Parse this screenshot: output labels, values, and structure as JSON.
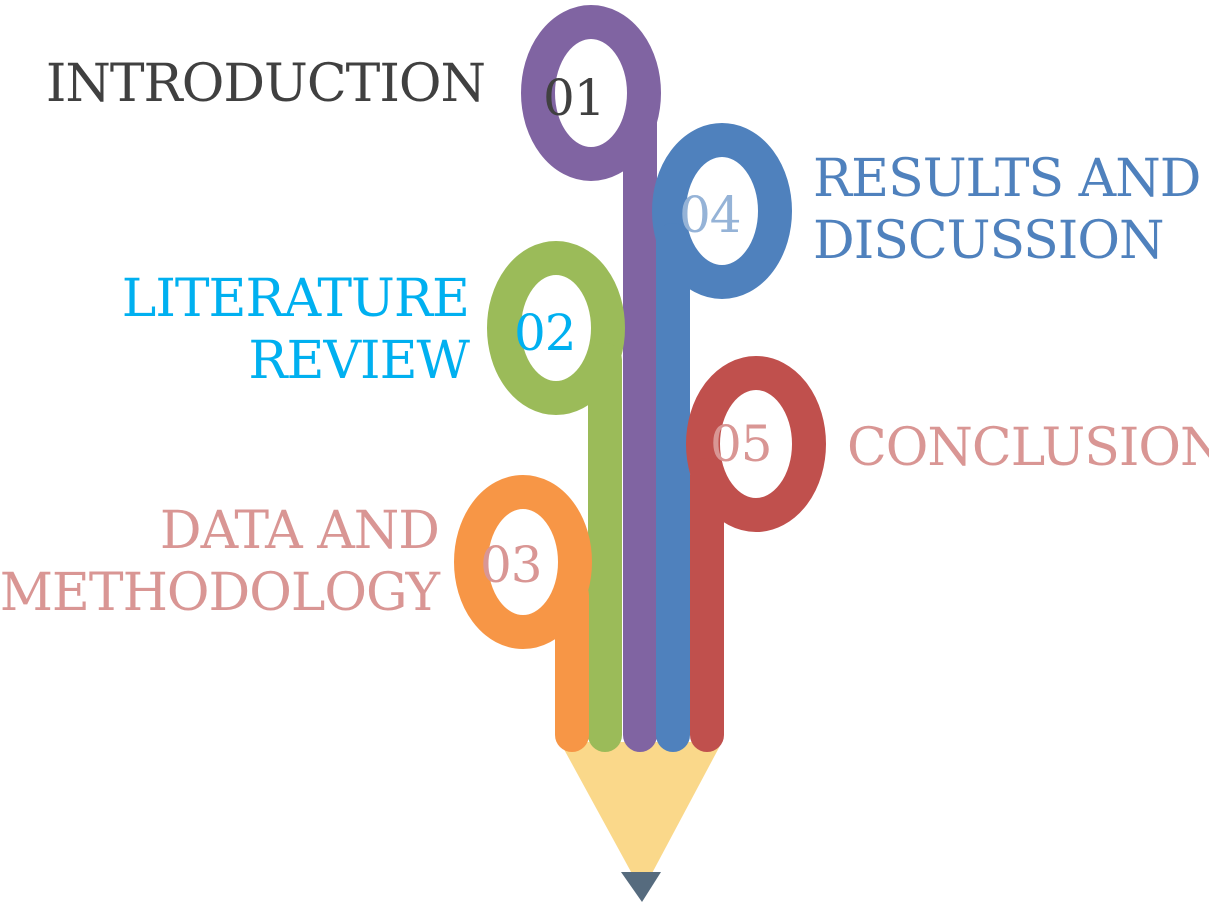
{
  "steps": [
    {
      "number": "01",
      "title": [
        "INTRODUCTION"
      ],
      "color": "#8064a2",
      "number_color": "#404040",
      "label_color": "#404040"
    },
    {
      "number": "02",
      "title": [
        "LITERATURE",
        "REVIEW"
      ],
      "color": "#9bbb59",
      "number_color": "#00b0f0",
      "label_color": "#00b0f0"
    },
    {
      "number": "03",
      "title": [
        "DATA AND",
        "METHODOLOGY"
      ],
      "color": "#f79646",
      "number_color": "#d99694",
      "label_color": "#d99694"
    },
    {
      "number": "04",
      "title": [
        "RESULTS AND",
        "DISCUSSION"
      ],
      "color": "#4f81bd",
      "number_color": "#95b3d7",
      "label_color": "#4f81bd"
    },
    {
      "number": "05",
      "title": [
        "CONCLUSION"
      ],
      "color": "#c0504d",
      "number_color": "#d99694",
      "label_color": "#d99694"
    }
  ],
  "pencil": {
    "wood_color": "#fad88a",
    "tip_color": "#566b7e"
  }
}
